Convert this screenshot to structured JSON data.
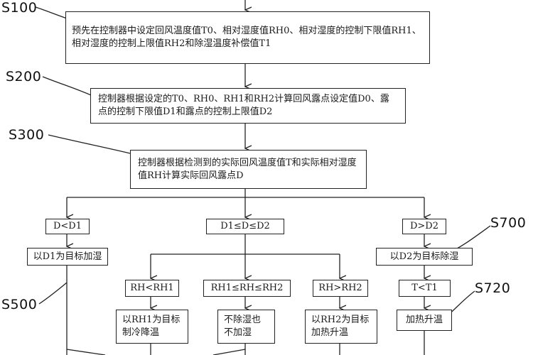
{
  "steps": {
    "s100": "S100",
    "s200": "S200",
    "s300": "S300",
    "s500": "S500",
    "s700": "S700",
    "s720": "S720"
  },
  "boxes": {
    "preset": "预先在控制器中设定回风温度值T0、相对湿度值RH0、相对湿度的控制下限值RH1、相对湿度的控制上限值RH2和除湿温度补偿值T1",
    "calc_dew": "控制器根据设定的T0、RH0、RH1和RH2计算回风露点设定值D0、露点的控制下限值D1和露点的控制上限值D2",
    "actual_dew": "控制器根据检测到的实际回风温度值T和实际相对湿度值RH计算实际回风露点D",
    "cond_low": "D<D1",
    "cond_mid": "D1≤D≤D2",
    "cond_high": "D>D2",
    "humidify": "以D1为目标加湿",
    "dehumidify": "以D2为目标除湿",
    "rh_low": "RH<RH1",
    "rh_mid": "RH1≤RH≤RH2",
    "rh_high": "RH>RH2",
    "t_low": "T<T1",
    "cool": "以RH1为目标制冷降温",
    "no_action": "不除湿也不加湿",
    "heat_rh2": "以RH2为目标加热升温",
    "heat": "加热升温"
  }
}
